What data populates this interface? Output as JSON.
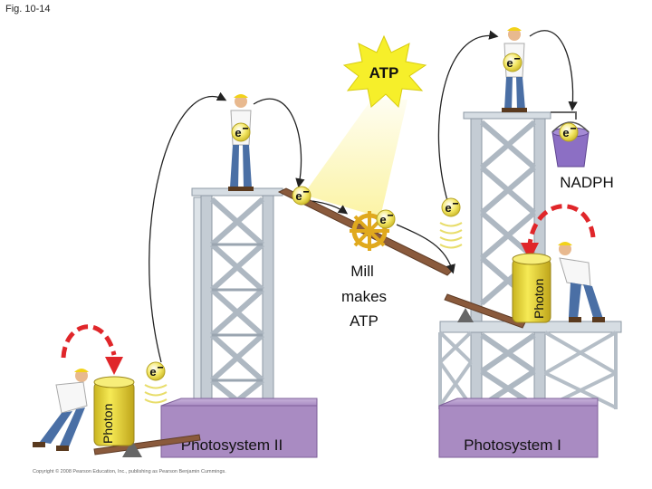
{
  "figure": {
    "label": "Fig. 10-14",
    "copyright": "Copyright © 2008 Pearson Education, Inc., publishing as Pearson Benjamin Cummings."
  },
  "labels": {
    "atp": "ATP",
    "nadph": "NADPH",
    "mill_line1": "Mill",
    "mill_line2": "makes",
    "mill_line3": "ATP",
    "photon": "Photon",
    "photosystem_ii": "Photosystem II",
    "photosystem_i": "Photosystem I",
    "electron": "e"
  },
  "colors": {
    "tower": "#c4ccd4",
    "tower_dark": "#8e99a4",
    "platform_purple": "#a98bc2",
    "photon_arrow": "#e0262a",
    "photon_yellow": "#f2e341",
    "electron_yellow": "#f4e866",
    "atp_star": "#f6ef2a",
    "bucket": "#8c6fc4",
    "mill_wheel": "#e0a91e",
    "plank": "#8a5a3c"
  }
}
